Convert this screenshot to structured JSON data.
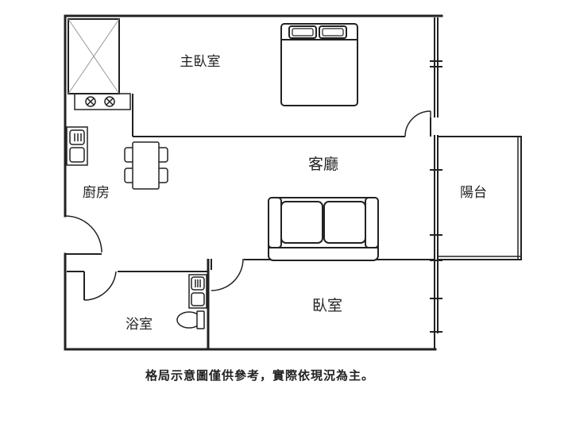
{
  "rooms": {
    "master_bedroom": "主臥室",
    "living_room": "客廳",
    "balcony": "陽台",
    "kitchen": "廚房",
    "bedroom": "臥室",
    "bathroom": "浴室"
  },
  "disclaimer": "格局示意圖僅供參考，實際依現況為主。",
  "colors": {
    "wall": "#222222",
    "fixture": "#333333",
    "background": "#ffffff"
  }
}
